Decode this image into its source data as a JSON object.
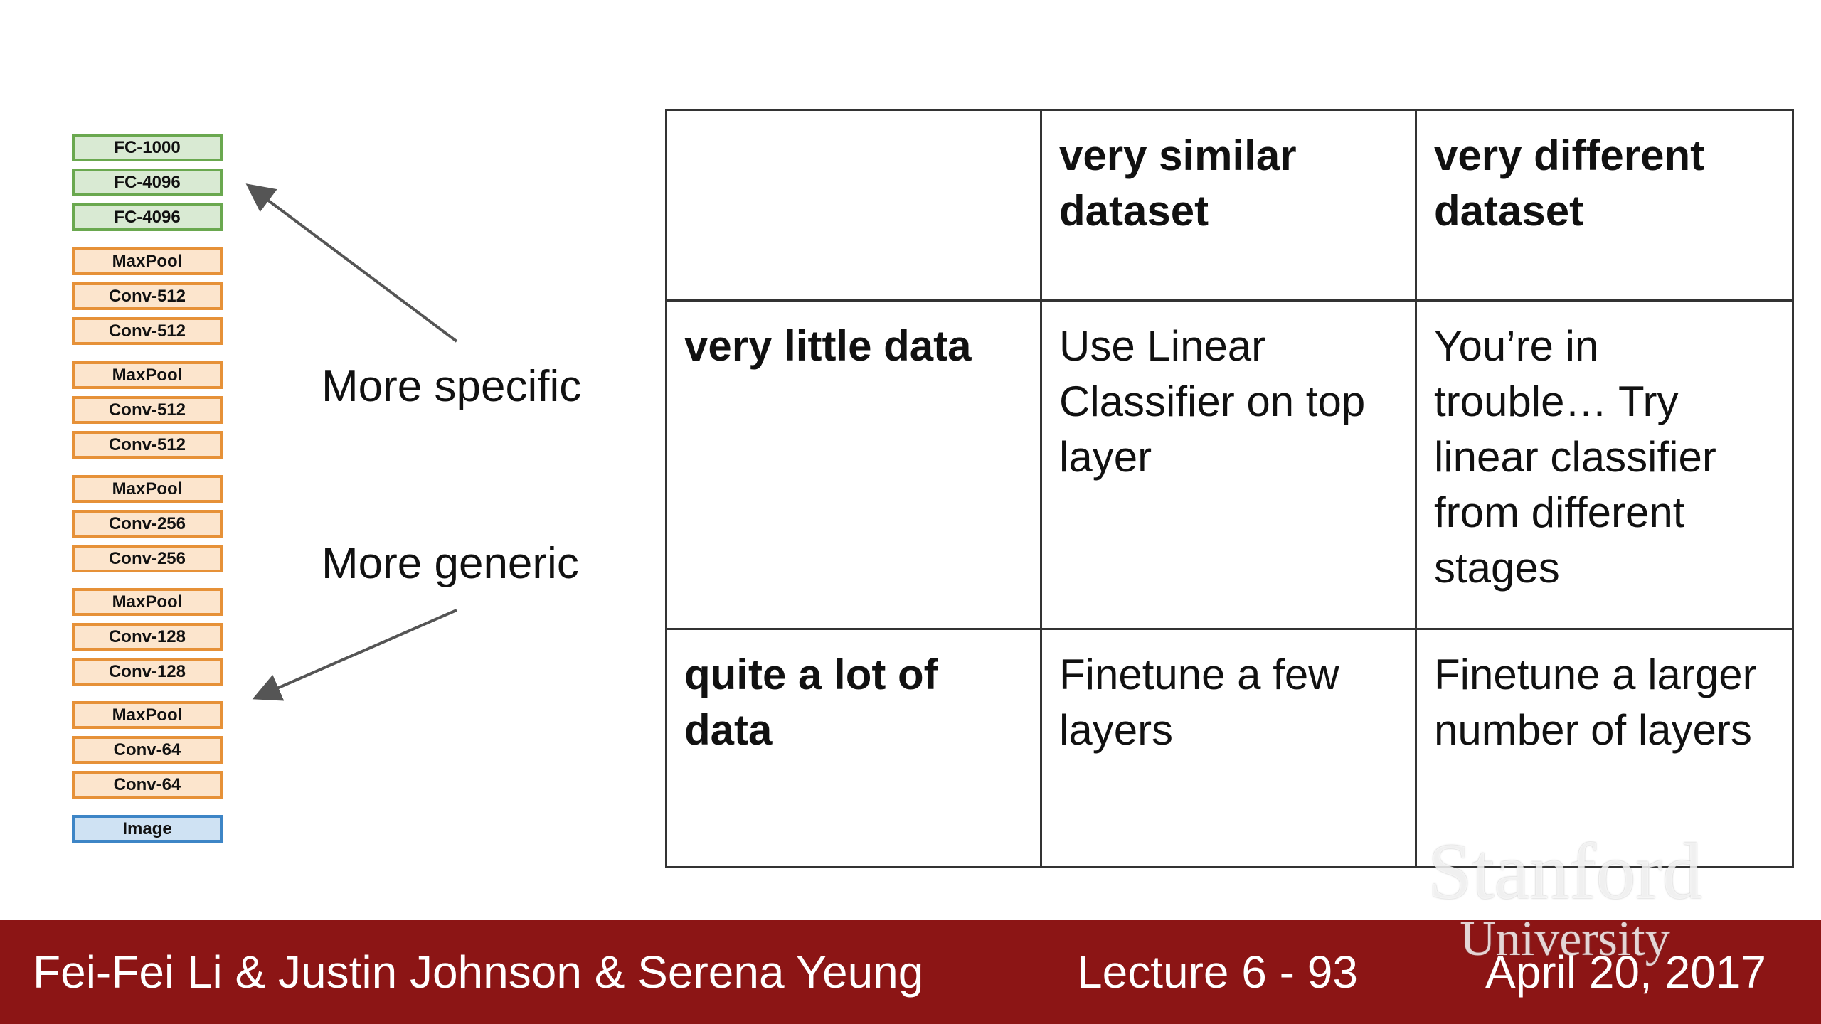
{
  "network": {
    "layers": [
      {
        "label": "FC-1000",
        "kind": "fc"
      },
      {
        "label": "FC-4096",
        "kind": "fc"
      },
      {
        "label": "FC-4096",
        "kind": "fc"
      },
      {
        "label": "MaxPool",
        "kind": "conv"
      },
      {
        "label": "Conv-512",
        "kind": "conv"
      },
      {
        "label": "Conv-512",
        "kind": "conv"
      },
      {
        "label": "MaxPool",
        "kind": "conv"
      },
      {
        "label": "Conv-512",
        "kind": "conv"
      },
      {
        "label": "Conv-512",
        "kind": "conv"
      },
      {
        "label": "MaxPool",
        "kind": "conv"
      },
      {
        "label": "Conv-256",
        "kind": "conv"
      },
      {
        "label": "Conv-256",
        "kind": "conv"
      },
      {
        "label": "MaxPool",
        "kind": "conv"
      },
      {
        "label": "Conv-128",
        "kind": "conv"
      },
      {
        "label": "Conv-128",
        "kind": "conv"
      },
      {
        "label": "MaxPool",
        "kind": "conv"
      },
      {
        "label": "Conv-64",
        "kind": "conv"
      },
      {
        "label": "Conv-64",
        "kind": "conv"
      },
      {
        "label": "Image",
        "kind": "img"
      }
    ],
    "specific_label": "More specific",
    "generic_label": "More generic"
  },
  "table": {
    "header": [
      "",
      "very similar dataset",
      "very different dataset"
    ],
    "rows": [
      {
        "label": "very little data",
        "cells": [
          "Use Linear Classifier on top layer",
          "You’re in trouble… Try linear classifier from different stages"
        ]
      },
      {
        "label": "quite a lot of data",
        "cells": [
          "Finetune a few layers",
          "Finetune a larger number of layers"
        ]
      }
    ]
  },
  "footer": {
    "authors": "Fei-Fei Li & Justin Johnson & Serena Yeung",
    "lecture": "Lecture 6 - 93",
    "date": "April 20, 2017"
  },
  "watermark": {
    "line1": "Stanford",
    "line2": "University"
  },
  "colors": {
    "footer_bg": "#8c1515",
    "fc_fill": "#d9ead3",
    "fc_border": "#6aa84f",
    "conv_fill": "#fce5cd",
    "conv_border": "#e69138",
    "image_fill": "#cfe2f3",
    "image_border": "#3d85c6"
  }
}
